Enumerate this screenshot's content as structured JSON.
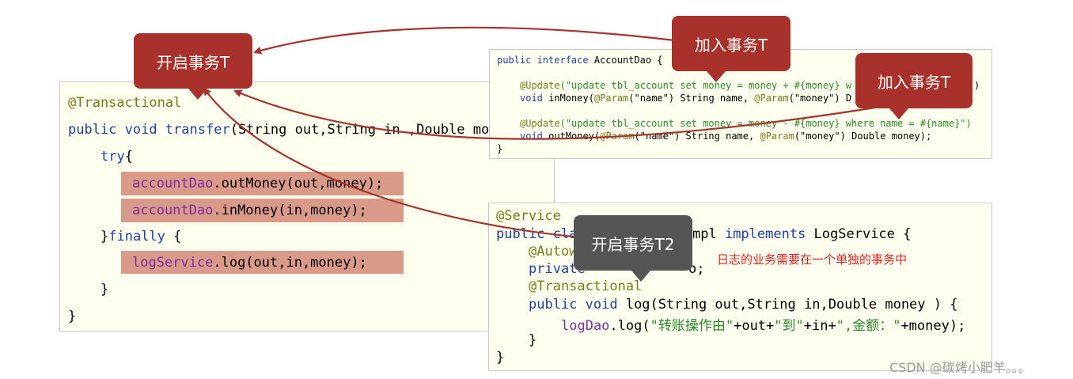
{
  "transfer_panel": {
    "line1": "@Transactional",
    "line2_kw": "public void transfer",
    "line2_rest": "(String out,String in ,Double mo",
    "line3_kw": "try",
    "line3_rest": "{",
    "line4_field": "accountDao",
    "line4_rest": ".outMoney(out,money);",
    "line5_field": "accountDao",
    "line5_rest": ".inMoney(in,money);",
    "line6_pre": "}",
    "line6_kw": "finally",
    "line6_rest": " {",
    "line7_field": "logService",
    "line7_rest": ".log(out,in,money);",
    "line8": "}",
    "line9": "}"
  },
  "dao_panel": {
    "line1_kw": "public interface",
    "line1_rest": " AccountDao {",
    "line2_ann": "@Update",
    "line2_rest": "(\"update tbl_account set money = money + #{money} w",
    "line2_tail": ")",
    "line3_kw": "void",
    "line3_a": " inMoney(",
    "line3_ann1": "@Param",
    "line3_b": "(\"name\") String name, ",
    "line3_ann2": "@Param",
    "line3_c": "(\"money\") D",
    "line4_ann": "@Update",
    "line4_rest": "(\"update tbl_account set money = money - #{money} where name = #{name}\")",
    "line5_kw": "void",
    "line5_a": " outMoney(",
    "line5_ann1": "@Param",
    "line5_b": "(\"name\") String name, ",
    "line5_ann2": "@Param",
    "line5_c": "(\"money\") Double money);",
    "line6": "}"
  },
  "log_panel": {
    "line1": "@Service",
    "line2_kw": "public cla",
    "line2_mid": "mpl ",
    "line2_kw2": "implements",
    "line2_rest": " LogService {",
    "line3": "@Autow",
    "line4_kw": "private",
    "line4_rest": "o;",
    "line5": "@Transactional",
    "line6_kw": "public void",
    "line6_rest": " log(String out,String in,Double money ) {",
    "line7_field": "logDao",
    "line7_a": ".log(",
    "line7_str1": "\"转账操作由\"",
    "line7_b": "+out+",
    "line7_str2": "\"到\"",
    "line7_c": "+in+",
    "line7_str3": "\",金额：\"",
    "line7_d": "+money);",
    "line8": "}",
    "line9": "}"
  },
  "callouts": {
    "start_t": "开启事务T",
    "join_t_1": "加入事务T",
    "join_t_2": "加入事务T",
    "start_t2": "开启事务T2"
  },
  "note": "日志的业务需要在一个单独的事务中",
  "watermark": "CSDN @碳烤小肥羊。。。",
  "colors": {
    "callout_red": "#a8322b",
    "callout_grey": "#555555",
    "arrow": "#a8322b",
    "highlight": "#d99a8a",
    "panel_bg": "#fffff0",
    "note_red": "#e02020"
  }
}
